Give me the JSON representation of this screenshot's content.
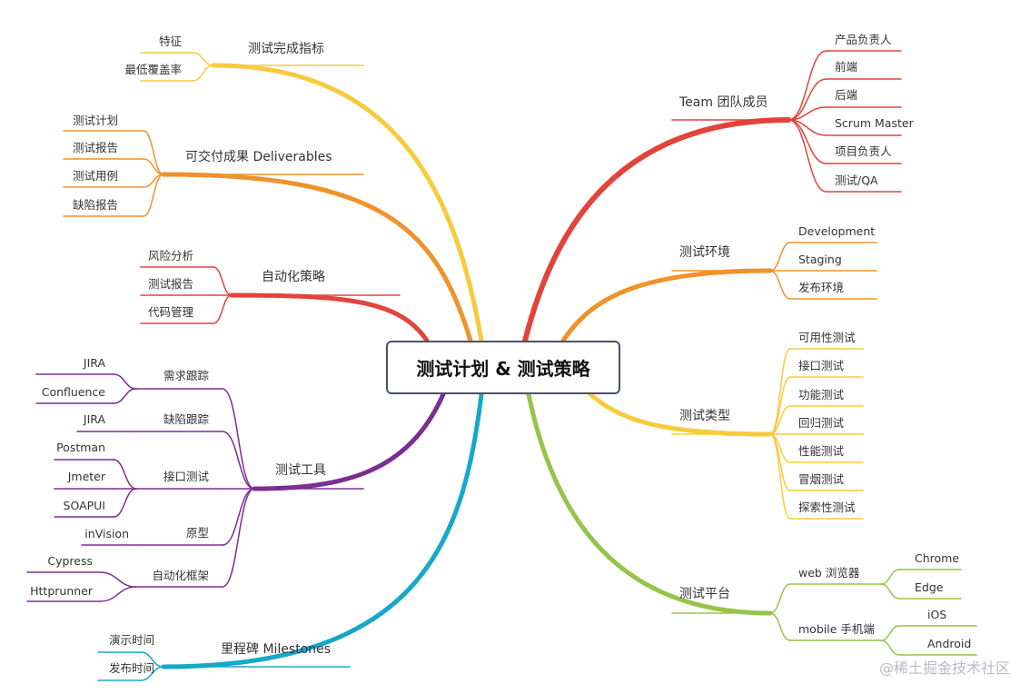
{
  "center": "测试计划 & 测试策略",
  "watermark": "@稀土掘金技术社区",
  "colors": {
    "team": "#e2433b",
    "env": "#f0922a",
    "types": "#f7cb3d",
    "platform": "#97c34a",
    "complete": "#f7cb3d",
    "deliver": "#f0922a",
    "auto": "#e2433b",
    "tools": "#7b2e92",
    "milestones": "#17a8c8"
  },
  "branches": {
    "team": {
      "label": "Team 团队成员",
      "children": [
        "产品负责人",
        "前端",
        "后端",
        "Scrum Master",
        "项目负责人",
        "测试/QA"
      ]
    },
    "env": {
      "label": "测试环境",
      "children": [
        "Development",
        "Staging",
        "发布环境"
      ]
    },
    "types": {
      "label": "测试类型",
      "children": [
        "可用性测试",
        "接口测试",
        "功能测试",
        "回归测试",
        "性能测试",
        "冒烟测试",
        "探索性测试"
      ]
    },
    "platform": {
      "label": "测试平台",
      "web": "web 浏览器",
      "web_children": [
        "Chrome",
        "Edge"
      ],
      "mobile": "mobile 手机端",
      "mobile_children": [
        "iOS",
        "Android"
      ]
    },
    "complete": {
      "label": "测试完成指标",
      "children": [
        "特征",
        "最低覆盖率"
      ]
    },
    "deliver": {
      "label": "可交付成果 Deliverables",
      "children": [
        "测试计划",
        "测试报告",
        "测试用例",
        "缺陷报告"
      ]
    },
    "auto": {
      "label": "自动化策略",
      "children": [
        "风险分析",
        "测试报告",
        "代码管理"
      ]
    },
    "tools": {
      "label": "测试工具",
      "groups": [
        {
          "label": "需求跟踪",
          "children": [
            "JIRA",
            "Confluence"
          ]
        },
        {
          "label": "缺陷跟踪",
          "children": [
            "JIRA"
          ]
        },
        {
          "label": "接口测试",
          "children": [
            "Postman",
            "Jmeter",
            "SOAPUI"
          ]
        },
        {
          "label": "原型",
          "children": [
            "inVision"
          ]
        },
        {
          "label": "自动化框架",
          "children": [
            "Cypress",
            "Httprunner"
          ]
        }
      ]
    },
    "milestones": {
      "label": "里程碑 Milestones",
      "children": [
        "演示时间",
        "发布时间"
      ]
    }
  }
}
